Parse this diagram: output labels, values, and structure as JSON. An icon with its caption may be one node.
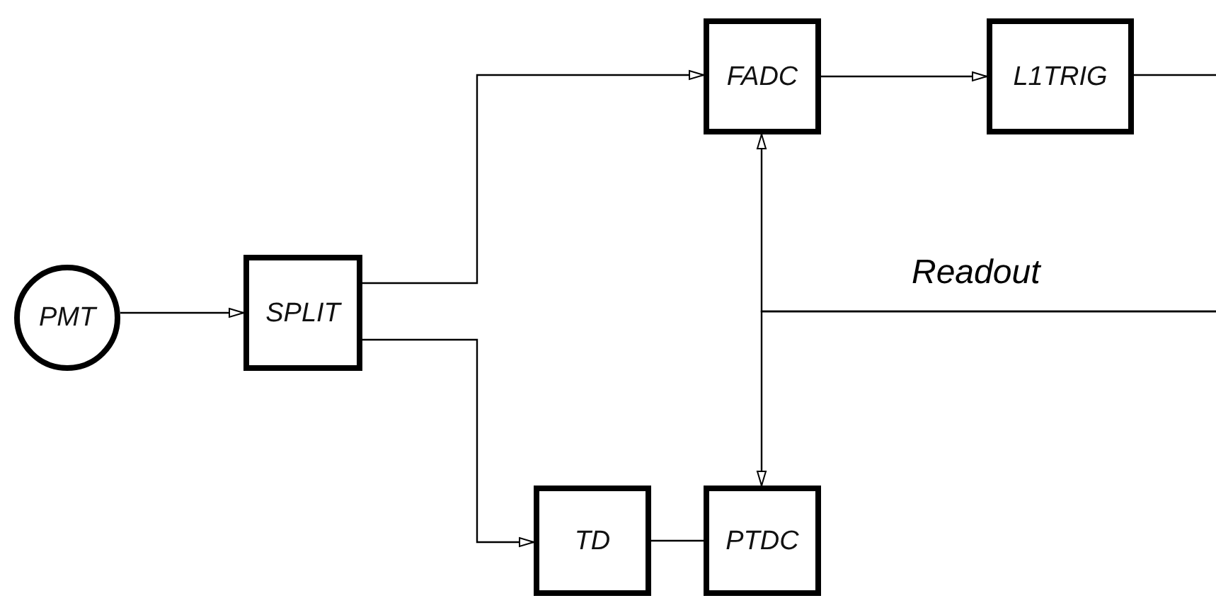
{
  "diagram": {
    "nodes": [
      {
        "text": [
          "PMT"
        ]
      },
      {
        "text": [
          "SPLIT"
        ]
      },
      {
        "text": [
          "FADC"
        ]
      },
      {
        "text": [
          "L1TRIG"
        ]
      },
      {
        "text": [
          "TD"
        ]
      },
      {
        "text": [
          "PTDC"
        ]
      }
    ],
    "edges": [
      {
        "from": 0,
        "to": 1,
        "arrow": "to"
      },
      {
        "from": 1,
        "to": 2,
        "arrow": "to"
      },
      {
        "from": 1,
        "to": 4,
        "arrow": "to"
      },
      {
        "from": 2,
        "to": 3,
        "arrow": "to"
      },
      {
        "from": 4,
        "to": 5,
        "arrow": "none"
      },
      {
        "from": 3,
        "to": null,
        "arrow": "none"
      },
      {
        "from": null,
        "to": 2,
        "arrow": "to",
        "label": "Readout"
      },
      {
        "from": null,
        "to": 5,
        "arrow": "to"
      }
    ]
  }
}
